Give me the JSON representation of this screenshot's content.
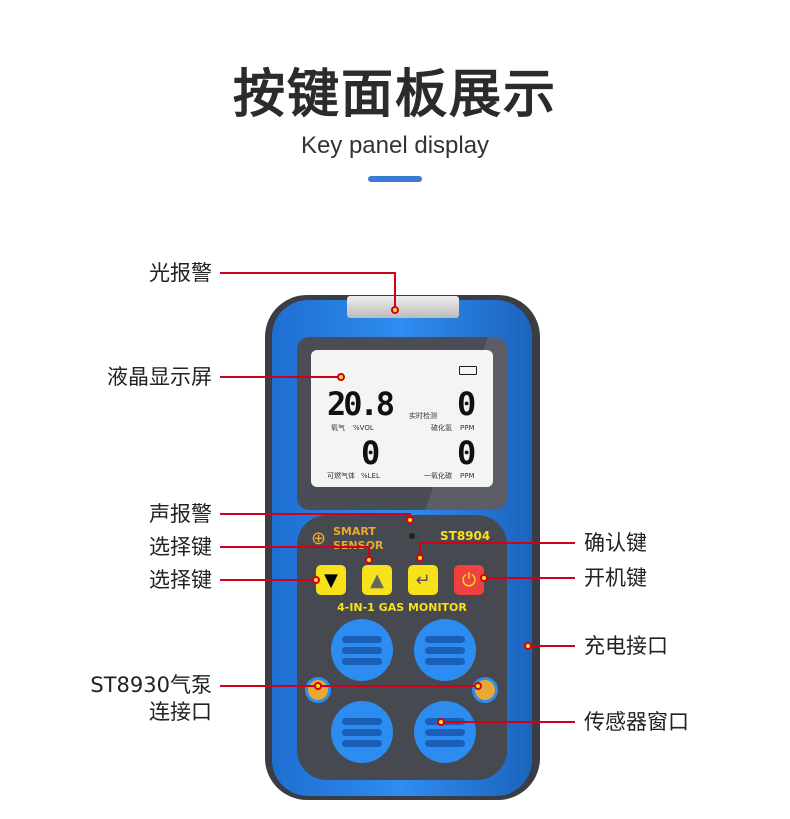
{
  "header": {
    "title": "按键面板展示",
    "subtitle": "Key panel display"
  },
  "callouts": {
    "light_alarm": "光报警",
    "lcd": "液晶显示屏",
    "sound_alarm": "声报警",
    "select_up": "选择键",
    "select_down": "选择键",
    "confirm": "确认键",
    "power": "开机键",
    "charge_port": "充电接口",
    "pump_port_1": "ST8930气泵",
    "pump_port_2": "连接口",
    "sensor_window": "传感器窗口"
  },
  "device": {
    "brand_1": "SMART",
    "brand_2": "SENSOR",
    "model": "ST8904",
    "product_line": "4-IN-1 GAS MONITOR",
    "lcd": {
      "o2_value": "20.8",
      "o2_label": "氧气",
      "o2_unit": "%VOL",
      "mode": "实时检测",
      "h2s_value": "0",
      "h2s_label": "硫化氢",
      "h2s_unit": "PPM",
      "lel_value": "0",
      "lel_label": "可燃气体",
      "lel_unit": "%LEL",
      "co_value": "0",
      "co_label": "一氧化碳",
      "co_unit": "PPM"
    }
  },
  "colors": {
    "accent": "#3a7bd5",
    "callout_line": "#d0021b",
    "body_blue": "#2f8cf0",
    "button_yellow": "#f7e11b",
    "power_red": "#f04040"
  }
}
